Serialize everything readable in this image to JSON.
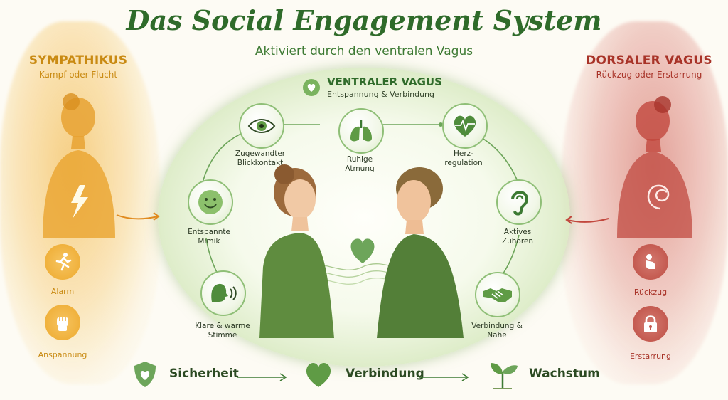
{
  "header": {
    "title": "Das Social Engagement System",
    "subtitle": "Aktiviert durch den ventralen Vagus"
  },
  "left_panel": {
    "title": "SYMPATHIKUS",
    "subtitle": "Kampf oder Flucht",
    "items": [
      {
        "label": "Alarm",
        "icon": "running-person-icon"
      },
      {
        "label": "Anspannung",
        "icon": "fist-icon"
      }
    ],
    "color": "#e9a529"
  },
  "right_panel": {
    "title": "DORSALER VAGUS",
    "subtitle": "Rückzug oder Erstarrung",
    "items": [
      {
        "label": "Rückzug",
        "icon": "crouching-person-icon"
      },
      {
        "label": "Erstarrung",
        "icon": "padlock-icon"
      }
    ],
    "color": "#c2473d"
  },
  "center": {
    "title": "VENTRALER VAGUS",
    "subtitle": "Entspannung & Verbindung",
    "color": "#6da55a",
    "nodes": [
      {
        "label": "Zugewandter Blickkontakt",
        "icon": "eye-icon"
      },
      {
        "label": "Ruhige Atmung",
        "icon": "lungs-icon"
      },
      {
        "label": "Herz-regulation",
        "icon": "heart-pulse-icon"
      },
      {
        "label": "Entspannte Mimik",
        "icon": "smiley-icon"
      },
      {
        "label": "Aktives Zuhören",
        "icon": "ear-icon"
      },
      {
        "label": "Klare & warme Stimme",
        "icon": "speaking-face-icon"
      },
      {
        "label": "Verbindung & Nähe",
        "icon": "handshake-icon"
      }
    ]
  },
  "bottom": {
    "steps": [
      {
        "label": "Sicherheit",
        "icon": "shield-heart-icon"
      },
      {
        "label": "Verbindung",
        "icon": "heart-icon"
      },
      {
        "label": "Wachstum",
        "icon": "sprout-icon"
      }
    ]
  }
}
